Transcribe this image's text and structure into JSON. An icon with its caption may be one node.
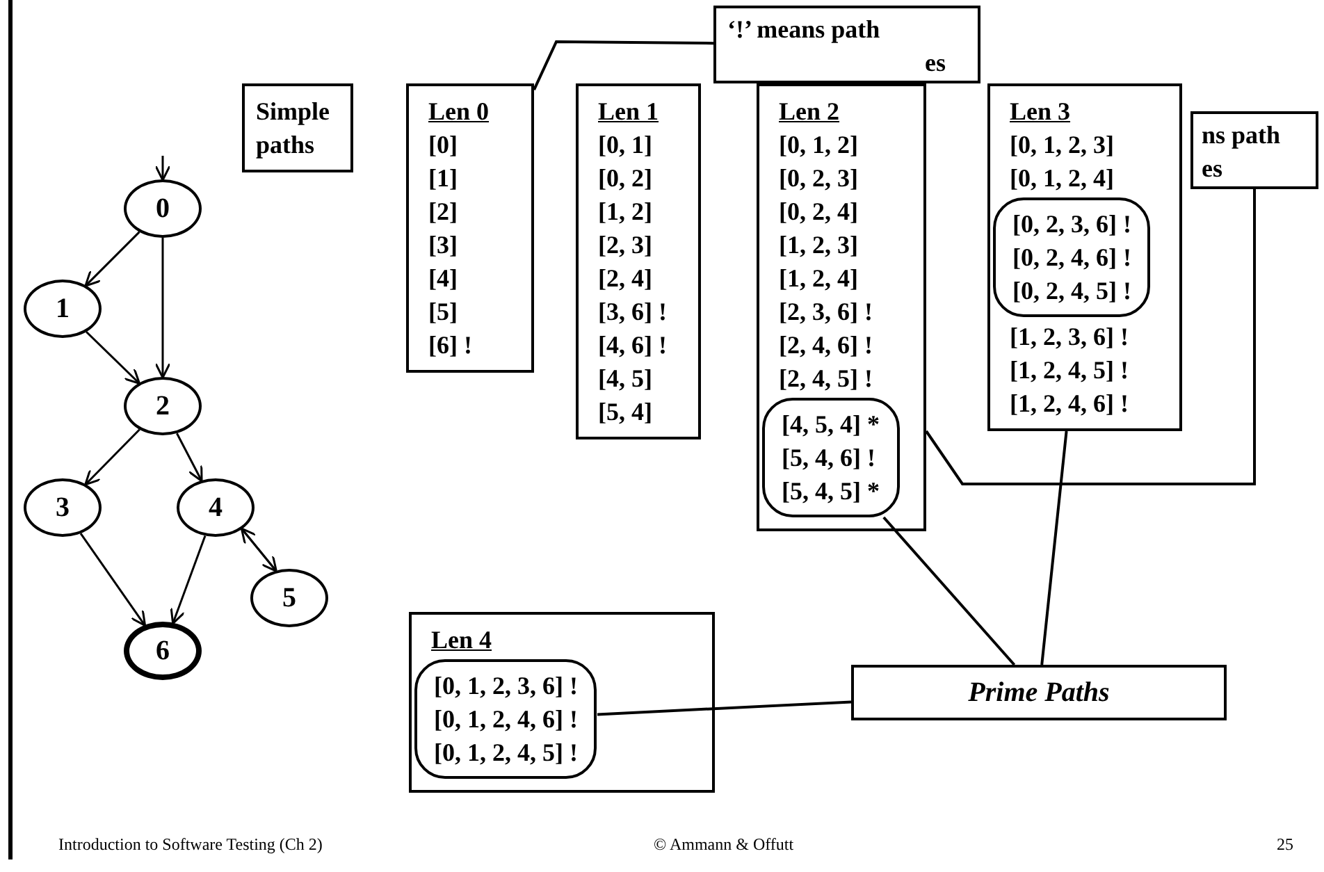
{
  "diagram": {
    "nodes": [
      {
        "text": [
          "0"
        ]
      },
      {
        "text": [
          "1"
        ]
      },
      {
        "text": [
          "2"
        ]
      },
      {
        "text": [
          "3"
        ]
      },
      {
        "text": [
          "4"
        ]
      },
      {
        "text": [
          "5"
        ]
      },
      {
        "text": [
          "6"
        ]
      },
      {
        "text": [
          "Simple paths"
        ]
      },
      {
        "text": [
          "Len 0",
          "[0]",
          "[1]",
          "[2]",
          "[3]",
          "[4]",
          "[5]",
          "[6] !"
        ]
      },
      {
        "text": [
          "Len 1",
          "[0, 1]",
          "[0, 2]",
          "[1, 2]",
          "[2, 3]",
          "[2, 4]",
          "[3, 6] !",
          "[4, 6] !",
          "[4, 5]",
          "[5, 4]"
        ]
      },
      {
        "text": [
          "‘!’ means path",
          "es"
        ]
      },
      {
        "text": [
          "Len 2",
          "[0, 1, 2]",
          "[0, 2, 3]",
          "[0, 2, 4]",
          "[1, 2, 3]",
          "[1, 2, 4]",
          "[2, 3, 6] !",
          "[2, 4, 6] !",
          "[2, 4, 5] !"
        ]
      },
      {
        "text": [
          "[4, 5, 4] *",
          "[5, 4, 6] !",
          "[5, 4, 5] *"
        ],
        "in": 11
      },
      {
        "text": [
          "Len 3",
          "[0, 1, 2, 3]",
          "[0, 1, 2, 4]",
          "[1, 2, 3, 6] !",
          "[1, 2, 4, 5] !",
          "[1, 2, 4, 6] !"
        ]
      },
      {
        "text": [
          "[0, 2, 3, 6] !",
          "[0, 2, 4, 6] !",
          "[0, 2, 4, 5] !"
        ],
        "in": 13
      },
      {
        "text": [
          "ns path",
          "es"
        ]
      },
      {
        "text": [
          "Len 4"
        ]
      },
      {
        "text": [
          "[0, 1, 2, 3, 6] !",
          "[0, 1, 2, 4, 6] !",
          "[0, 1, 2, 4, 5] !"
        ],
        "in": 16
      },
      {
        "text": [
          "Prime Paths"
        ]
      }
    ],
    "edges": [
      {
        "from": null,
        "to": 0,
        "arrow": "to"
      },
      {
        "from": 0,
        "to": 1,
        "arrow": "to"
      },
      {
        "from": 0,
        "to": 2,
        "arrow": "to"
      },
      {
        "from": 1,
        "to": 2,
        "arrow": "to"
      },
      {
        "from": 2,
        "to": 3,
        "arrow": "to"
      },
      {
        "from": 2,
        "to": 4,
        "arrow": "to"
      },
      {
        "from": 3,
        "to": 6,
        "arrow": "to"
      },
      {
        "from": 4,
        "to": 6,
        "arrow": "to"
      },
      {
        "from": 4,
        "to": 5,
        "arrow": "to"
      },
      {
        "from": 5,
        "to": 4,
        "arrow": "to"
      },
      {
        "from": 8,
        "to": 10,
        "arrow": "none"
      },
      {
        "from": 11,
        "to": 15,
        "arrow": "none"
      },
      {
        "from": 12,
        "to": 18,
        "arrow": "none"
      },
      {
        "from": 13,
        "to": 18,
        "arrow": "none"
      },
      {
        "from": 17,
        "to": 18,
        "arrow": "none"
      }
    ],
    "labels": [
      "Introduction to Software Testing (Ch 2)",
      "© Ammann & Offutt",
      "25"
    ]
  }
}
